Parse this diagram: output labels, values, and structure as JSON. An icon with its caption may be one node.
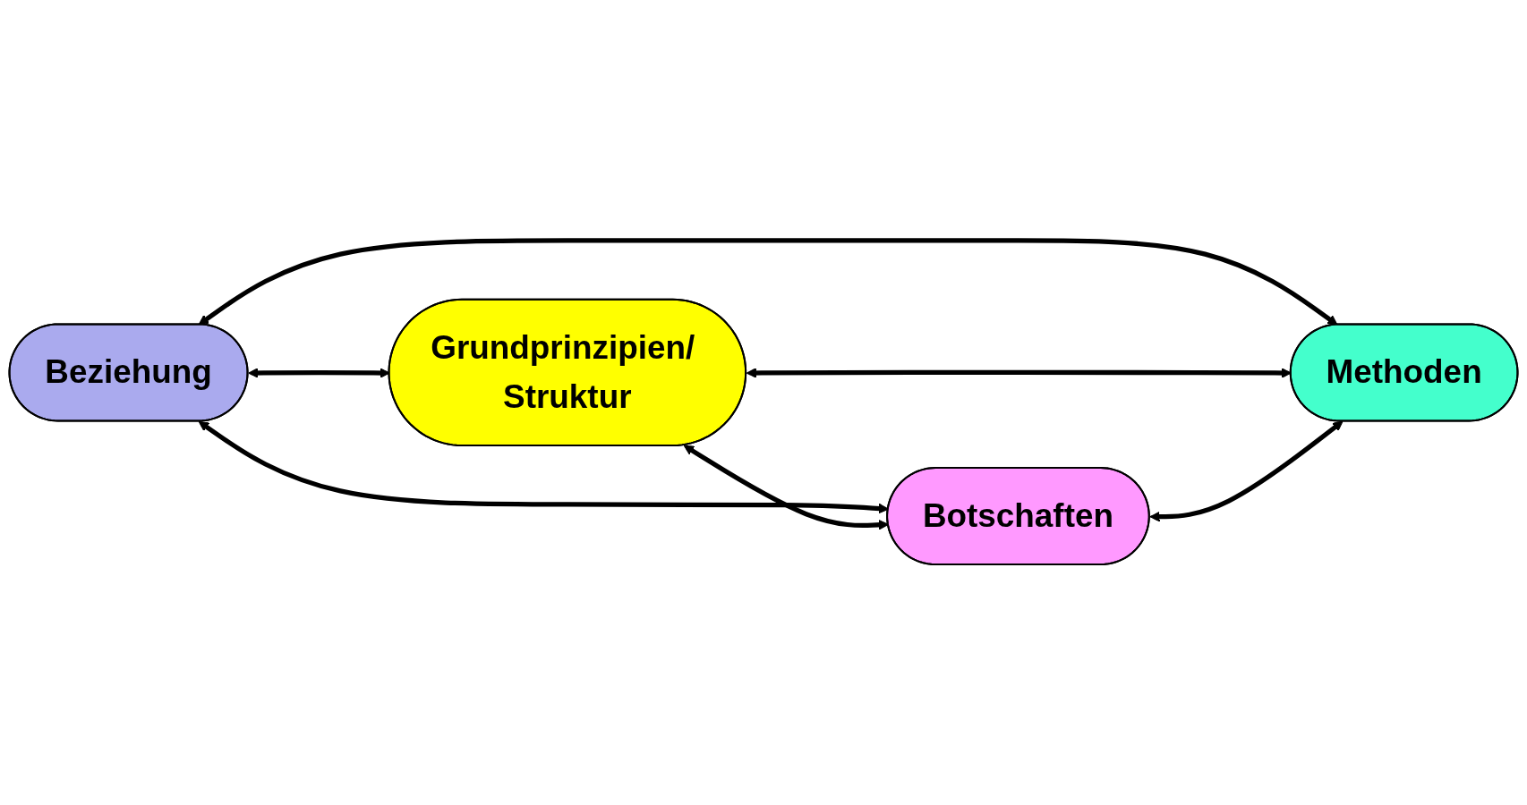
{
  "diagram": {
    "nodes": [
      {
        "text": [
          "Beziehung"
        ]
      },
      {
        "text": [
          "Grundprinzipien/ Struktur"
        ]
      },
      {
        "text": [
          "Botschaften"
        ]
      },
      {
        "text": [
          "Methoden"
        ]
      }
    ],
    "edges": [
      {
        "from": 0,
        "to": 1,
        "arrow": "both"
      },
      {
        "from": 0,
        "to": 2,
        "arrow": "both"
      },
      {
        "from": 0,
        "to": 3,
        "arrow": "both"
      },
      {
        "from": 1,
        "to": 2,
        "arrow": "both"
      },
      {
        "from": 1,
        "to": 3,
        "arrow": "both"
      },
      {
        "from": 2,
        "to": 3,
        "arrow": "both"
      }
    ]
  }
}
